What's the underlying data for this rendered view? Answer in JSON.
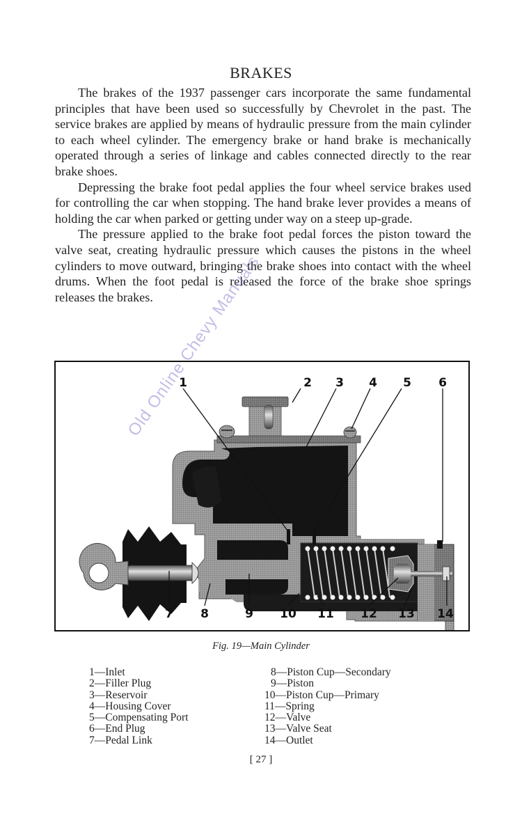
{
  "page": {
    "title": "BRAKES",
    "paragraphs": [
      "The brakes of the 1937 passenger cars incorporate the same fundamental principles that have been used so successfully by Chevrolet in the past. The service brakes are applied by means of hydraulic pressure from the main cylinder to each wheel cylinder. The emergency brake or hand brake is mechanically operated through a series of linkage and cables connected directly to the rear brake shoes.",
      "Depressing the brake foot pedal applies the four wheel service brakes used for controlling the car when stopping. The hand brake lever provides a means of holding the car when parked or getting under way on a steep up-grade.",
      "The pressure applied to the brake foot pedal forces the piston toward the valve seat, creating hydraulic pressure which causes the pistons in the wheel cylinders to move outward, bringing the brake shoes into contact with the wheel drums. When the foot pedal is released the force of the brake shoe springs releases the brakes."
    ],
    "page_number": "[ 27 ]"
  },
  "figure": {
    "caption": "Fig. 19—Main Cylinder",
    "callouts_top": [
      "1",
      "2",
      "3",
      "4",
      "5",
      "6"
    ],
    "callouts_bottom": [
      "7",
      "8",
      "9",
      "10",
      "11",
      "12",
      "13",
      "14"
    ],
    "legend_left": [
      "1—Inlet",
      "2—Filler Plug",
      "3—Reservoir",
      "4—Housing Cover",
      "5—Compensating Port",
      "6—End Plug",
      "7—Pedal Link"
    ],
    "legend_right": [
      "8—Piston Cup—Secondary",
      "9—Piston",
      "10—Piston Cup—Primary",
      "11—Spring",
      "12—Valve",
      "13—Valve Seat",
      "14—Outlet"
    ]
  },
  "watermark": "Old Online Chevy Manuals",
  "colors": {
    "ink": "#1c1c1c",
    "metal": "#8e8e8e",
    "dark_fill": "#151515",
    "watermark": "#7a6ec8"
  }
}
